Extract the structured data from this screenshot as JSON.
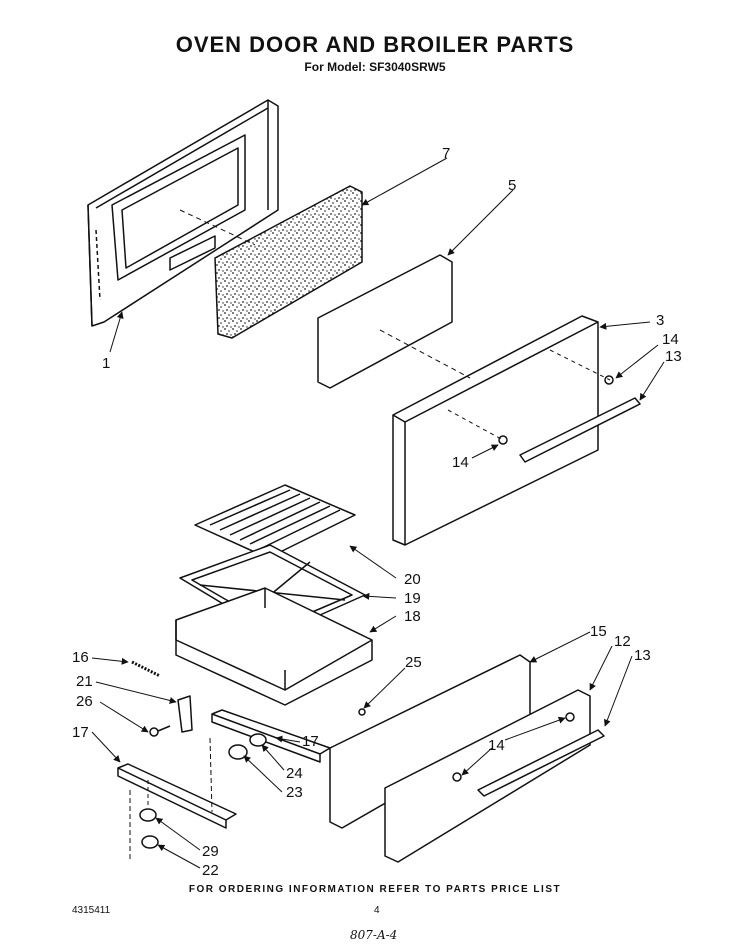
{
  "header": {
    "title": "OVEN DOOR AND BROILER PARTS",
    "model_label": "For Model: SF3040SRW5"
  },
  "callouts": {
    "c1": "1",
    "c3": "3",
    "c5": "5",
    "c7": "7",
    "c12": "12",
    "c13a": "13",
    "c13b": "13",
    "c14a": "14",
    "c14b": "14",
    "c14c": "14",
    "c15": "15",
    "c16": "16",
    "c17a": "17",
    "c17b": "17",
    "c18": "18",
    "c19": "19",
    "c20": "20",
    "c21": "21",
    "c22": "22",
    "c23": "23",
    "c24": "24",
    "c25": "25",
    "c26": "26",
    "c29": "29"
  },
  "footer": {
    "ordering_note": "FOR ORDERING INFORMATION REFER TO PARTS PRICE LIST",
    "doc_number": "4315411",
    "page_number": "4",
    "handwritten_note": "807-A-4"
  }
}
